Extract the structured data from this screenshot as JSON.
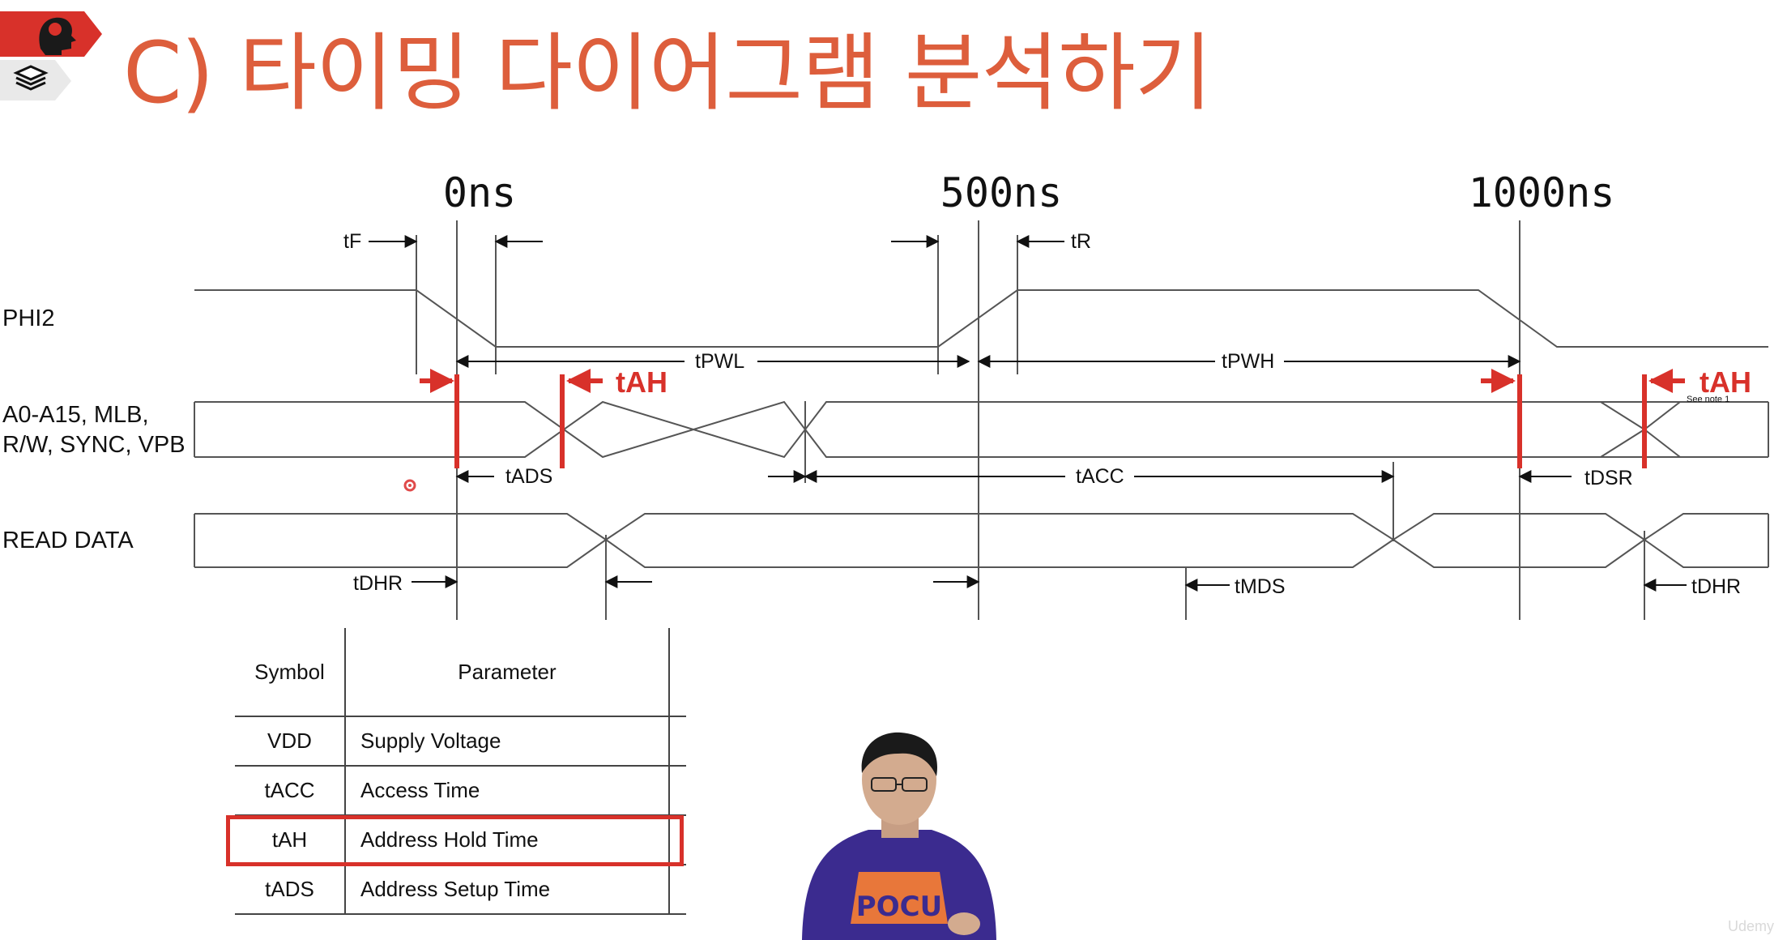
{
  "title": "C) 타이밍 다이어그램 분석하기",
  "badges": {
    "top_icon": "brain-head-icon",
    "bottom_icon": "layers-stack-icon"
  },
  "colors": {
    "title": "#dd5e3c",
    "highlight": "#d8312a",
    "line": "#555555"
  },
  "diagram": {
    "time_markers": [
      "0ns",
      "500ns",
      "1000ns"
    ],
    "signal_labels": {
      "phi2": "PHI2",
      "address_line1": "A0-A15, MLB,",
      "address_line2": "R/W, SYNC, VPB",
      "read_data": "READ DATA"
    },
    "timing_labels": {
      "tf": "tF",
      "tr": "tR",
      "tpwl": "tPWL",
      "tpwh": "tPWH",
      "tah": "tAH",
      "tads": "tADS",
      "tacc": "tACC",
      "tdsr": "tDSR",
      "tdhr": "tDHR",
      "tmds": "tMDS",
      "see_note": "See note 1"
    }
  },
  "table": {
    "headers": {
      "symbol": "Symbol",
      "parameter": "Parameter"
    },
    "rows": [
      {
        "symbol": "VDD",
        "parameter": "Supply Voltage"
      },
      {
        "symbol": "tACC",
        "parameter": "Access Time"
      },
      {
        "symbol": "tAH",
        "parameter": "Address Hold Time"
      },
      {
        "symbol": "tADS",
        "parameter": "Address Setup Time"
      }
    ]
  },
  "presenter": {
    "shirt_text": "POCU"
  },
  "watermark": "Udemy"
}
